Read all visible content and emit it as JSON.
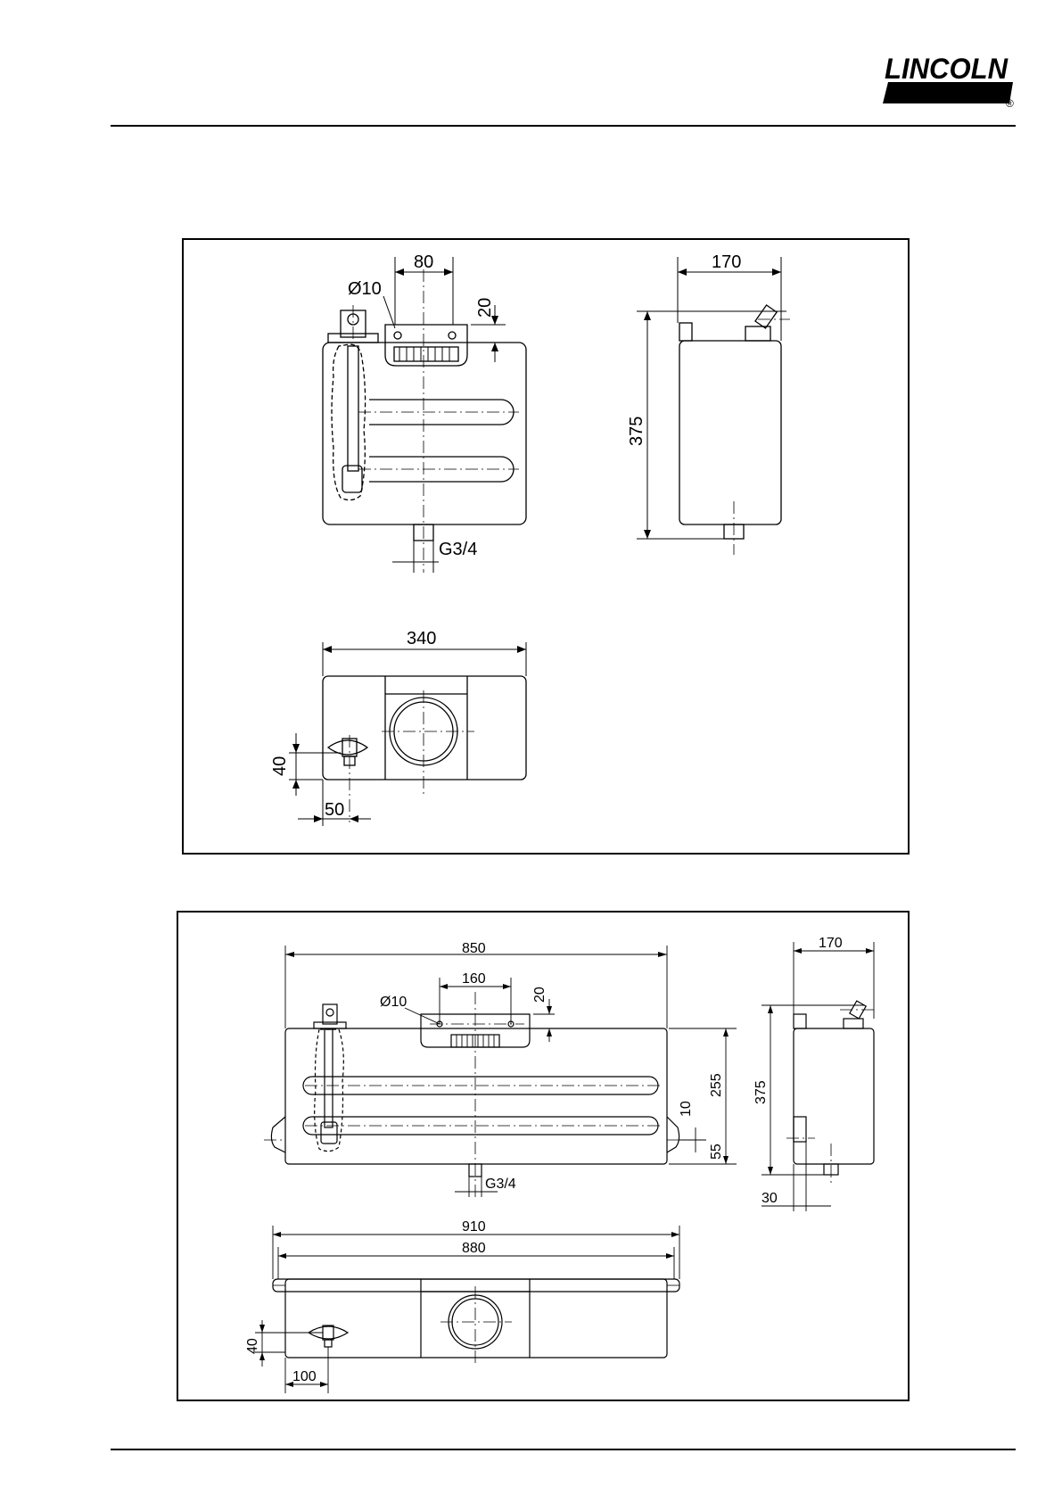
{
  "header": {
    "brand": "LINCOLN",
    "registered": "®"
  },
  "drawing1": {
    "dims": {
      "width_80": "80",
      "hole_d10": "Ø10",
      "offset_20": "20",
      "height_375": "375",
      "depth_170": "170",
      "outlet_thread": "G3/4",
      "length_340": "340",
      "y_40": "40",
      "x_50": "50"
    }
  },
  "drawing2": {
    "dims": {
      "length_850": "850",
      "width_160": "160",
      "hole_d10": "Ø10",
      "offset_20": "20",
      "height_255": "255",
      "height_10": "10",
      "height_55": "55",
      "height_375": "375",
      "depth_170": "170",
      "outlet_thread": "G3/4",
      "x_30": "30",
      "length_910": "910",
      "length_880": "880",
      "y_40": "40",
      "x_100": "100"
    }
  }
}
